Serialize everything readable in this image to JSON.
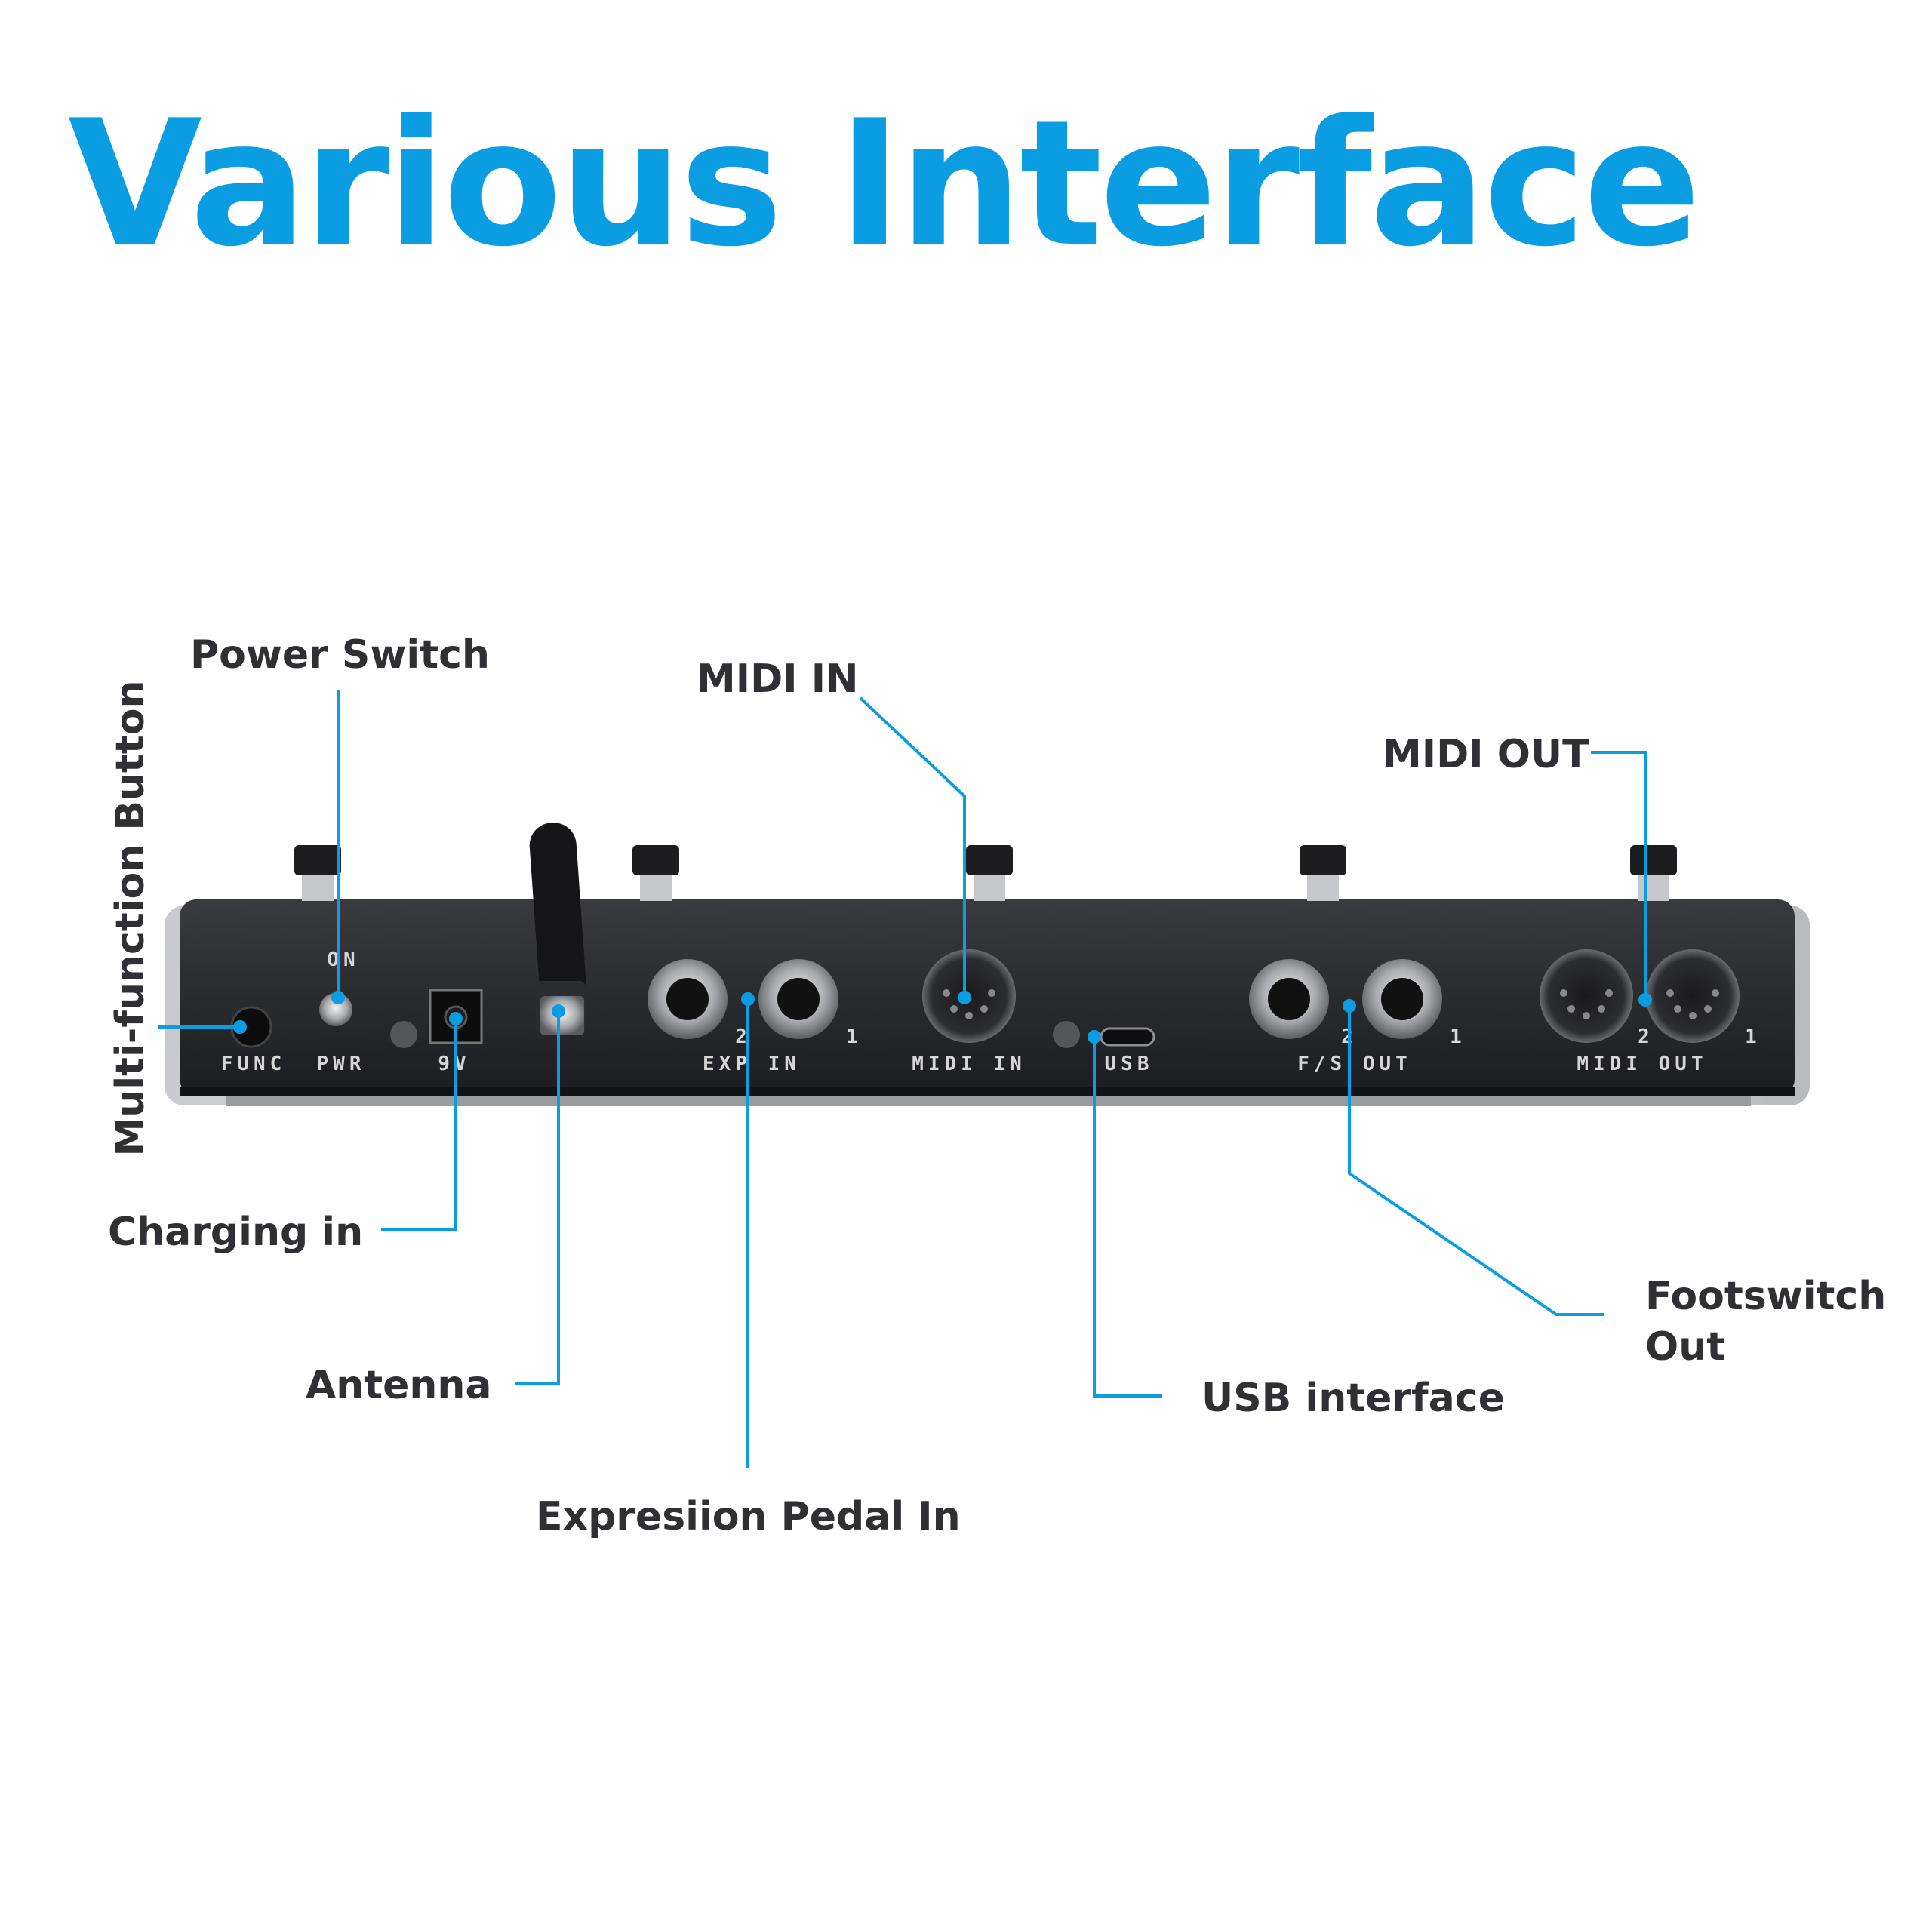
{
  "title": "Various Interface",
  "colors": {
    "accent": "#0a9de2",
    "label_text": "#2f2f34",
    "device_body": "#2a2b2e",
    "device_panel_text": "#d6d6d6"
  },
  "callouts": {
    "multi_function_button": "Multi-function Button",
    "power_switch": "Power Switch",
    "charging_in": "Charging in",
    "antenna": "Antenna",
    "expression_pedal_in": "Expresiion Pedal In",
    "midi_in": "MIDI IN",
    "usb_interface": "USB interface",
    "footswitch_out_line1": "Footswitch",
    "footswitch_out_line2": "Out",
    "midi_out": "MIDI OUT"
  },
  "panel": {
    "on": "ON",
    "func": "FUNC",
    "pwr": "PWR",
    "dc": "9V",
    "exp_in": "EXP IN",
    "midi_in": "MIDI IN",
    "usb": "USB",
    "fs_out": "F/S OUT",
    "midi_out": "MIDI OUT",
    "port_2": "2",
    "port_1": "1"
  }
}
